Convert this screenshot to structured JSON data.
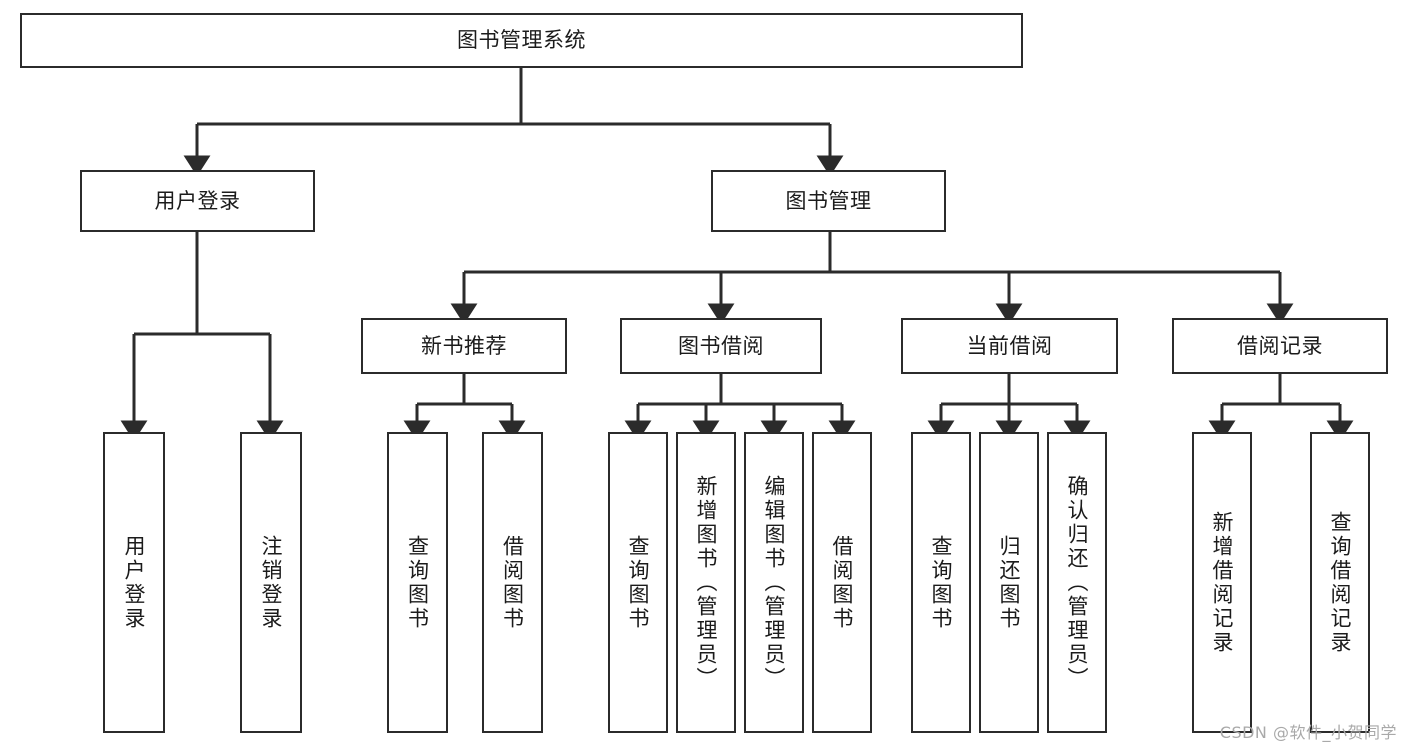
{
  "diagram": {
    "title": "图书管理系统",
    "type": "tree-hierarchy",
    "watermark": "CSDN @软件_小贺同学",
    "stroke_color": "#2b2b2b",
    "fill_color": "#ffffff",
    "text_color": "#1b1b1b",
    "nodes": {
      "root": {
        "label": "图书管理系统"
      },
      "level1": [
        {
          "label": "用户登录"
        },
        {
          "label": "图书管理"
        }
      ],
      "level2": [
        {
          "label": "新书推荐"
        },
        {
          "label": "图书借阅"
        },
        {
          "label": "当前借阅"
        },
        {
          "label": "借阅记录"
        }
      ],
      "leaves": {
        "user_login": [
          {
            "label": "用户登录"
          },
          {
            "label": "注销登录"
          }
        ],
        "new_book_recommend": [
          {
            "label": "查询图书"
          },
          {
            "label": "借阅图书"
          }
        ],
        "book_borrow": [
          {
            "label": "查询图书"
          },
          {
            "label": "新增图书（管理员）"
          },
          {
            "label": "编辑图书（管理员）"
          },
          {
            "label": "借阅图书"
          }
        ],
        "current_borrow": [
          {
            "label": "查询图书"
          },
          {
            "label": "归还图书"
          },
          {
            "label": "确认归还（管理员）"
          }
        ],
        "borrow_record": [
          {
            "label": "新增借阅记录"
          },
          {
            "label": "查询借阅记录"
          }
        ]
      }
    }
  }
}
